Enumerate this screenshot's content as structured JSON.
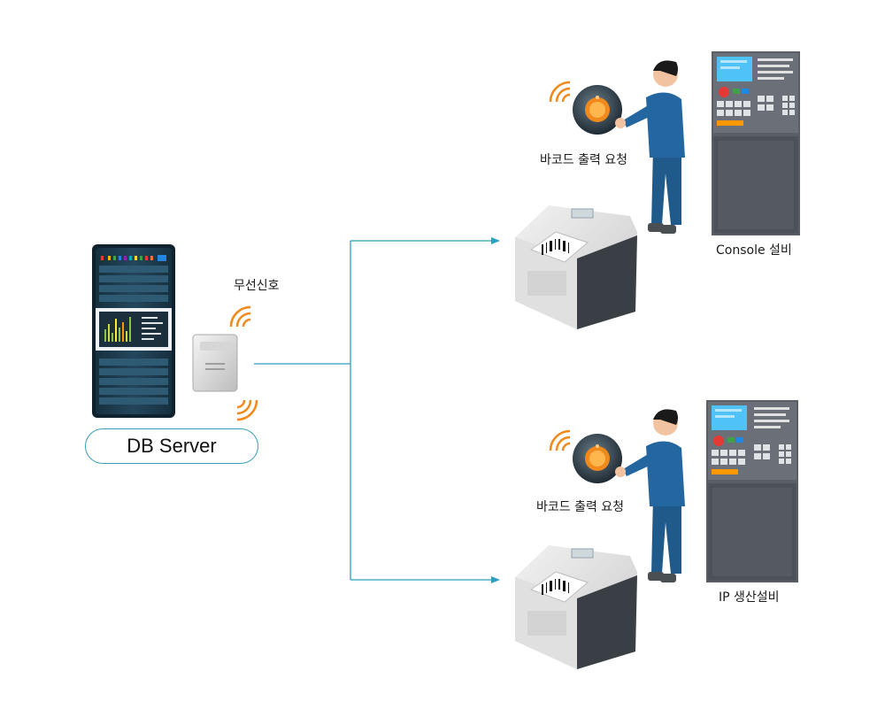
{
  "labels": {
    "server": "DB Server",
    "wireless": "무선신호",
    "request_top": "바코드 출력 요청",
    "request_bottom": "바코드 출력 요청",
    "machine_top": "Console 설비",
    "machine_bottom": "IP 생산설비"
  },
  "colors": {
    "connector": "#2b9fbf",
    "signal": "#f08a1c",
    "server_body": "#1f3a4d",
    "uniform": "#1f5a8a"
  },
  "icons": {
    "server": "server-rack-icon",
    "access_point": "wireless-access-point-icon",
    "printer": "barcode-printer-icon",
    "worker": "worker-icon",
    "button": "call-button-icon",
    "machine": "cnc-machine-icon"
  }
}
